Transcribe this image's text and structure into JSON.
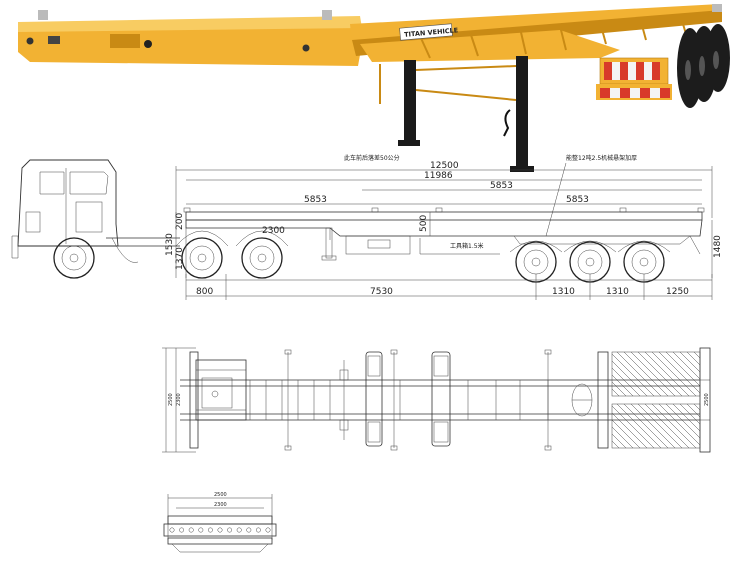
{
  "photo": {
    "brand_plate": "TITAN VEHICLE",
    "colors": {
      "frame": "#F2B233",
      "frame_dark": "#C98A14",
      "frame_light": "#F8CC62",
      "reflector_red": "#D83A2A",
      "reflector_white": "#F4F4F4",
      "tire": "#1c1c1c",
      "leg": "#1a1a1a"
    }
  },
  "side_view": {
    "dims": {
      "overall_length": "12500",
      "frame_length": "11986",
      "span_upper": "5853",
      "span_left": "5853",
      "span_right": "5853",
      "kingpin_to_leg": "2300",
      "gooseneck_height": "200",
      "leg_height": "500",
      "height_1530": "1530",
      "height_1370": "1370",
      "rear_height": "1480",
      "front_overhang": "800",
      "wheelbase": "7530",
      "axle_spacing_1": "1310",
      "axle_spacing_2": "1310",
      "rear_overhang": "1250"
    },
    "notes": {
      "top_note": "此车前后落差50公分",
      "suspension_note": "能整12吨2.5机械悬架加厚",
      "toolbox_note": "工具箱1.5米"
    }
  },
  "top_view": {
    "dims": {
      "width_outer": "2500",
      "width_inner": "2300",
      "rear_width": "2500"
    }
  },
  "rear_view": {
    "dims": {
      "width_outer": "2500",
      "width_inner": "2300"
    }
  }
}
